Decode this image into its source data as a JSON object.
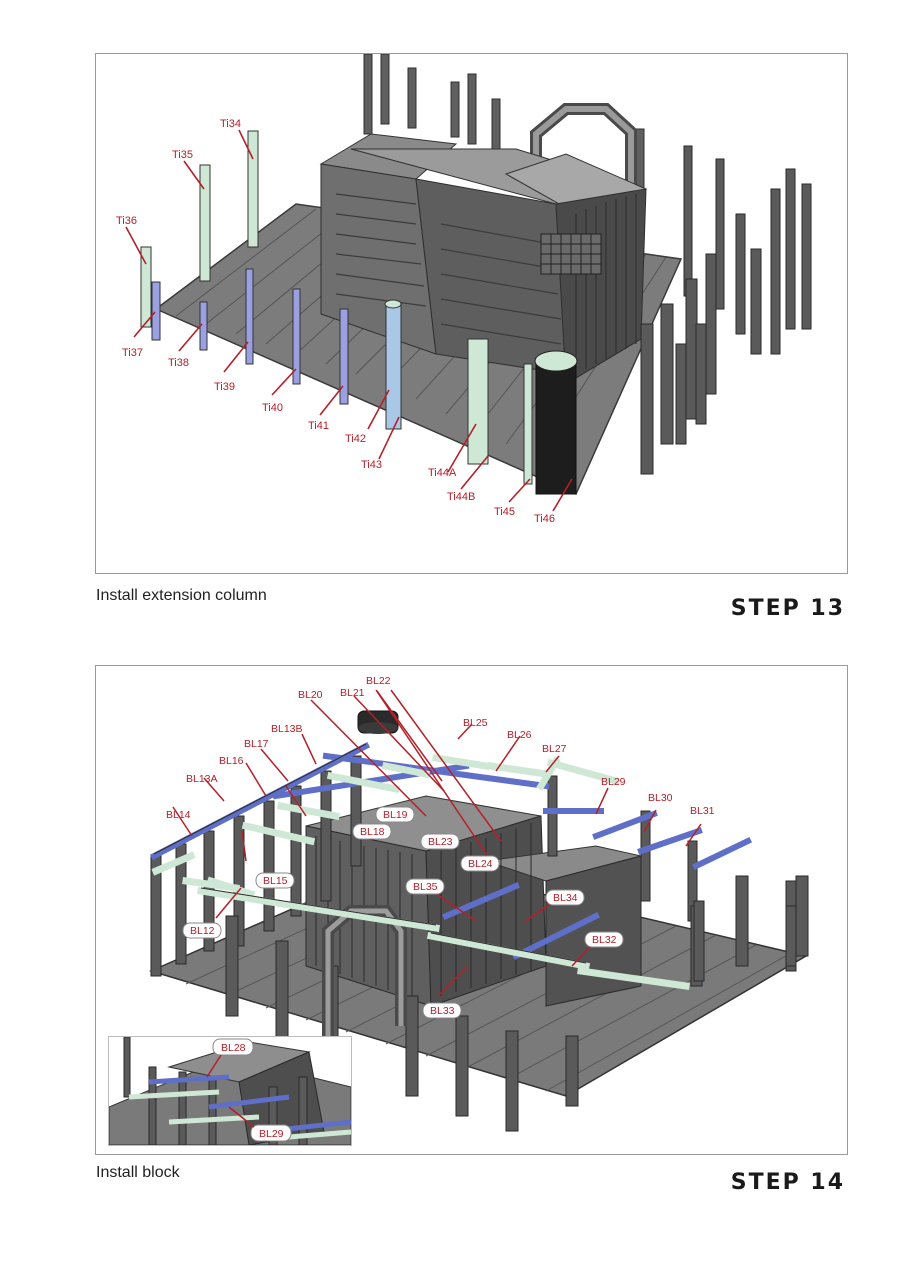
{
  "step13": {
    "caption": "Install extension column",
    "step_label": "STEP 13",
    "labels": [
      "Ti34",
      "Ti35",
      "Ti36",
      "Ti37",
      "Ti38",
      "Ti39",
      "Ti40",
      "Ti41",
      "Ti42",
      "Ti43",
      "Ti44A",
      "Ti44B",
      "Ti45",
      "Ti46"
    ]
  },
  "step14": {
    "caption": "Install block",
    "step_label": "STEP 14",
    "labels": [
      "BL22",
      "BL20",
      "BL21",
      "BL25",
      "BL13B",
      "BL26",
      "BL17",
      "BL27",
      "BL16",
      "BL13A",
      "BL29",
      "BL30",
      "BL31",
      "BL14",
      "BL19",
      "BL18",
      "BL23",
      "BL24",
      "BL15",
      "BL35",
      "BL34",
      "BL12",
      "BL32",
      "BL33"
    ],
    "inset_labels": [
      "BL28",
      "BL29"
    ]
  },
  "colors": {
    "accent_red": "#b3202a",
    "column_green": "#cfe8d6",
    "beam_blue": "#5f6fc8",
    "structure_gray": "#6e6e6e"
  }
}
